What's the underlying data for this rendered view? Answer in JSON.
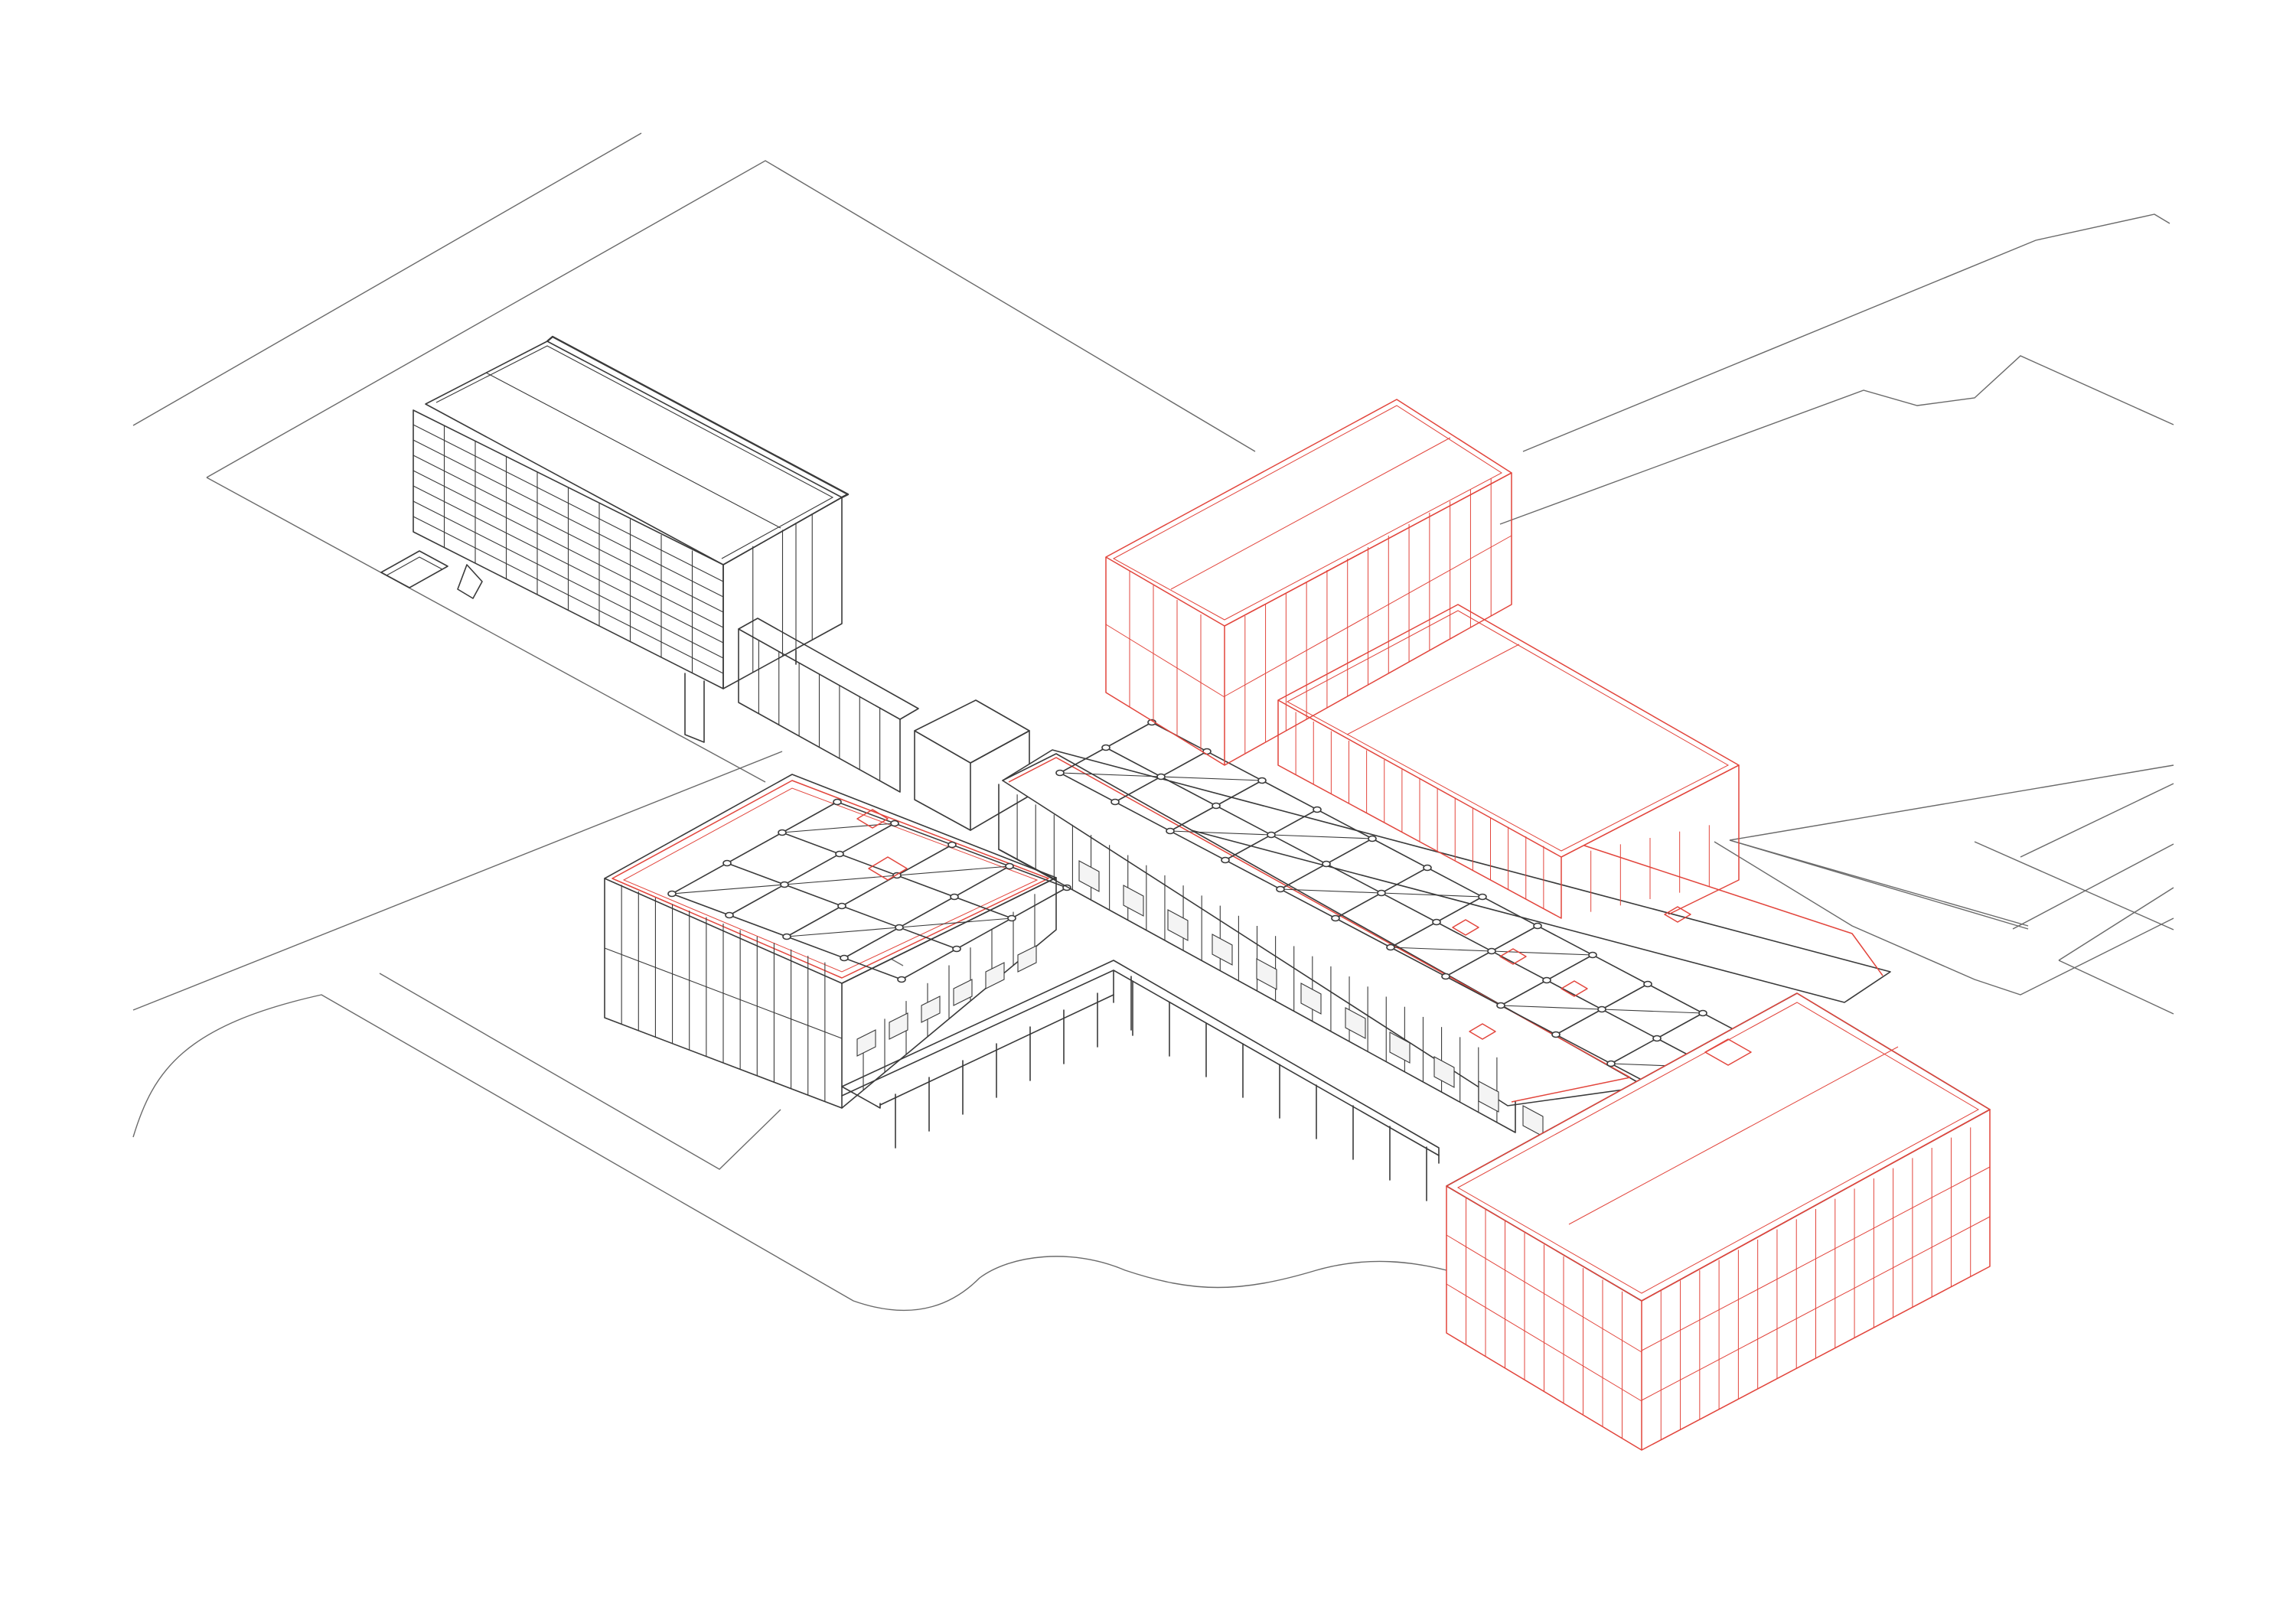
{
  "drawing": {
    "view": "isometric",
    "colors": {
      "existing": "#3a3a3a",
      "new": "#e2453c",
      "ground": "#6a6a6a",
      "background": "#ffffff"
    },
    "elements": [
      "ground-outlines",
      "tower-block",
      "link-corridor",
      "stair-core",
      "west-pavilion",
      "spine-building",
      "north-block-new",
      "middle-block-new",
      "east-block-new",
      "covered-walkway"
    ]
  }
}
